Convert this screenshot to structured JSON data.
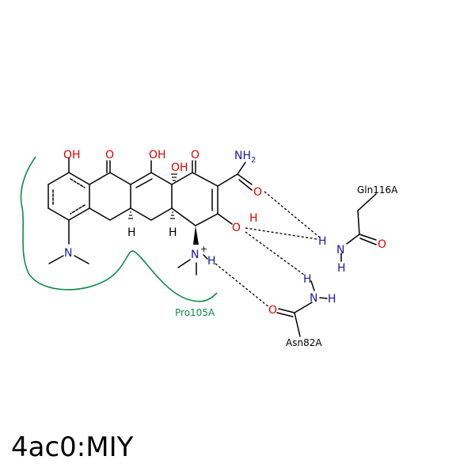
{
  "title": "4ac0:MIY",
  "residues": {
    "pro": "Pro105A",
    "gln": "Gln116A",
    "asn": "Asn82A"
  },
  "atoms": {
    "oh": "OH",
    "h": "H",
    "o": "O",
    "n": "N",
    "nh2_n": "NH",
    "nh2_sub": "2",
    "plus": "+"
  },
  "colors": {
    "bond": "#000000",
    "oxygen": "#e00000",
    "nitrogen": "#1a1aa6",
    "pocket": "#118a4a"
  }
}
